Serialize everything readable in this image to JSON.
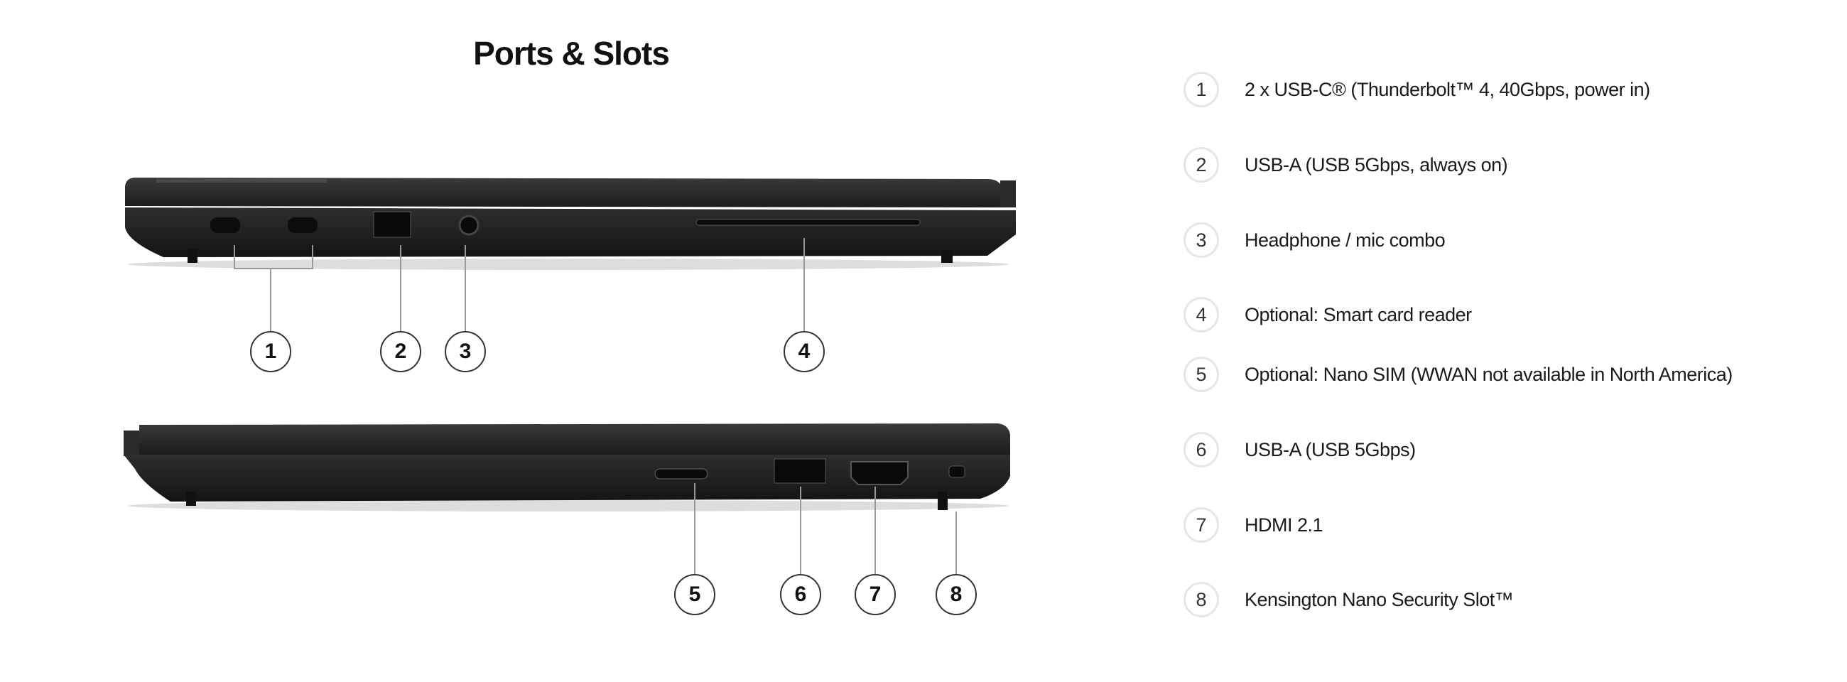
{
  "title": "Ports & Slots",
  "ports": [
    {
      "number": "1",
      "label": "2 x USB-C® (Thunderbolt™ 4, 40Gbps, power in)"
    },
    {
      "number": "2",
      "label": "USB-A (USB 5Gbps, always on)"
    },
    {
      "number": "3",
      "label": "Headphone / mic combo"
    },
    {
      "number": "4",
      "label": "Optional: Smart card reader"
    },
    {
      "number": "5",
      "label": "Optional: Nano SIM (WWAN not available in North America)"
    },
    {
      "number": "6",
      "label": "USB-A (USB 5Gbps)"
    },
    {
      "number": "7",
      "label": "HDMI 2.1"
    },
    {
      "number": "8",
      "label": "Kensington Nano Security Slot™"
    }
  ]
}
